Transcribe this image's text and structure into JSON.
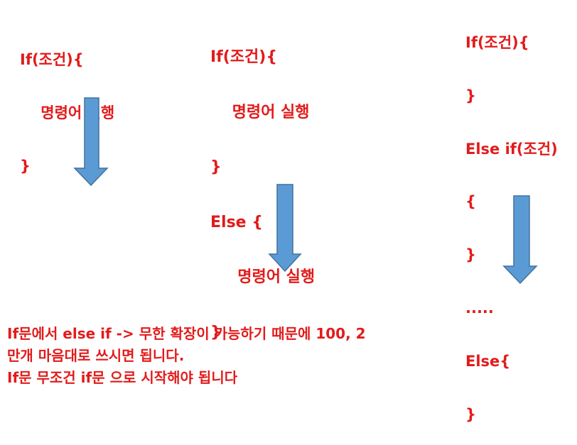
{
  "colors": {
    "text": "#e21b1b",
    "arrow_fill": "#5b9bd5",
    "arrow_stroke": "#41719c"
  },
  "col1": {
    "lines": [
      "If(조건){",
      "    명령어 실행",
      "}"
    ]
  },
  "col2": {
    "lines": [
      "If(조건){",
      "    명령어 실행",
      "}",
      "Else {",
      "     명령어 실행",
      "}"
    ]
  },
  "col3": {
    "lines": [
      "If(조건){",
      "}",
      "Else if(조건)",
      "{",
      "}",
      ".....",
      "Else{",
      "}"
    ]
  },
  "note": {
    "lines": [
      "If문에서 else if -> 무한 확장이 가능하기 때문에 100, 2",
      "만개 마음대로 쓰시면 됩니다.",
      "If문 무조건 if문 으로 시작해야 됩니다"
    ]
  }
}
